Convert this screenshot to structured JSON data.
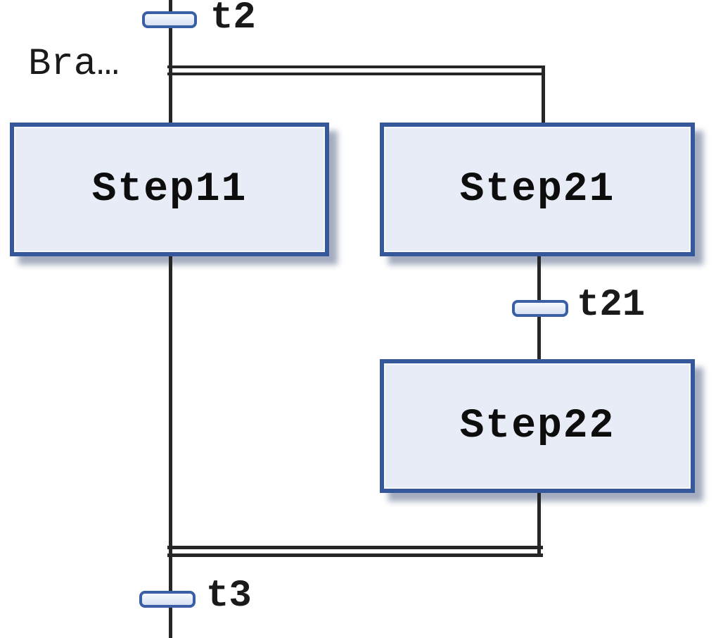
{
  "diagram": {
    "kind": "sfc-parallel-branch",
    "branch_label": "Bra…",
    "steps": [
      {
        "name": "step11",
        "label": "Step11"
      },
      {
        "name": "step21",
        "label": "Step21"
      },
      {
        "name": "step22",
        "label": "Step22"
      }
    ],
    "transitions": [
      {
        "name": "t2",
        "label": "t2"
      },
      {
        "name": "t21",
        "label": "t21"
      },
      {
        "name": "t3",
        "label": "t3"
      }
    ],
    "colors": {
      "background": "#ffffff",
      "line": "#262626",
      "step_fill": "#e7ecf7",
      "step_border": "#36589a",
      "step_text": "#0d0d0d",
      "transition_fill_top": "#f7fafd",
      "transition_fill_bottom": "#d7e1f3",
      "transition_border": "#3a5fa5",
      "shadow": "rgba(104,118,148,0.6)",
      "label_text": "#1a1a1a"
    }
  }
}
